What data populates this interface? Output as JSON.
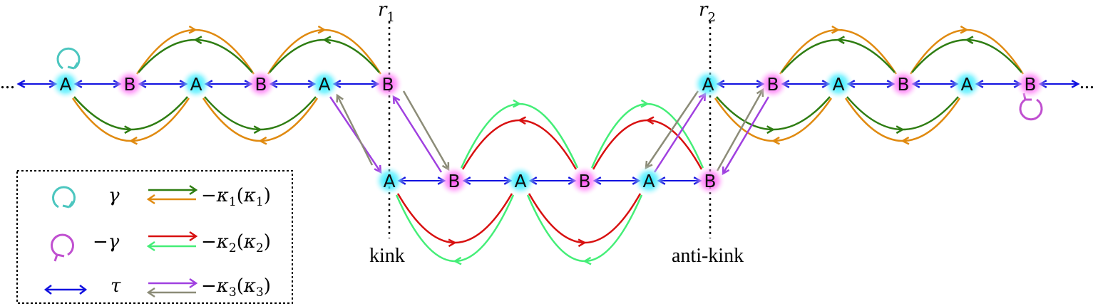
{
  "sites": {
    "a_label": "A",
    "b_label": "B"
  },
  "markers": {
    "r1": "r",
    "r1_sub": "1",
    "r2": "r",
    "r2_sub": "2"
  },
  "captions": {
    "kink": "kink",
    "anti_kink": "anti-kink"
  },
  "ellipsis": {
    "left": "...",
    "right": "..."
  },
  "legend": {
    "gamma": "γ",
    "minus_gamma": "−γ",
    "tau": "τ",
    "k1": {
      "sign": "−",
      "sym": "κ",
      "sub": "1",
      "paren_sym": "κ",
      "paren_sub": "1"
    },
    "k2": {
      "sign": "−",
      "sym": "κ",
      "sub": "2",
      "paren_sym": "κ",
      "paren_sub": "2"
    },
    "k3": {
      "sign": "−",
      "sym": "κ",
      "sub": "3",
      "paren_sym": "κ",
      "paren_sub": "3"
    }
  },
  "colors": {
    "site_a_glow": "#00e5ff",
    "site_b_glow": "#ff3df5",
    "tau_blue": "#1010e0",
    "kappa1_dark_green": "#2e7d12",
    "kappa1_orange": "#e08a10",
    "kappa2_red": "#d81010",
    "kappa2_light_green": "#44ee77",
    "kappa3_purple": "#a040e0",
    "kappa3_gray": "#8c8c78",
    "gamma_teal": "#4cc6bf",
    "minus_gamma_purple": "#c050d0"
  }
}
